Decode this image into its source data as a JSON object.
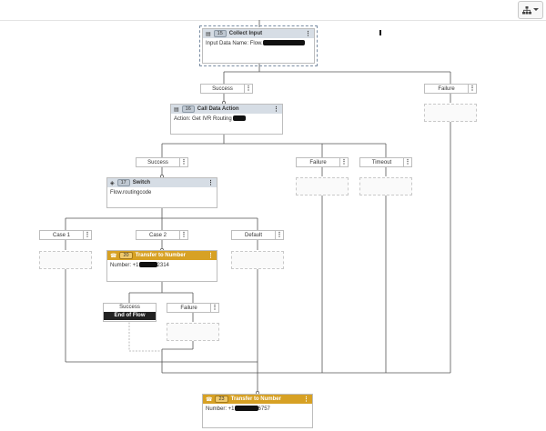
{
  "toolbar": {
    "layout_icon": "org-chart-icon"
  },
  "nodes": {
    "collect_input": {
      "id": "15",
      "title": "Collect Input",
      "body_label": "Input Data Name: Flow."
    },
    "call_data_action": {
      "id": "16",
      "title": "Call Data Action",
      "body_label": "Action: Get IVR Routing"
    },
    "switch": {
      "id": "17",
      "title": "Switch",
      "body_label": "Flow.routingcode"
    },
    "transfer_20": {
      "id": "20",
      "title": "Transfer to Number",
      "body_label": "Number: +1",
      "body_suffix": "2314"
    },
    "transfer_23": {
      "id": "23",
      "title": "Transfer to Number",
      "body_label": "Number: +1",
      "body_suffix": "6757"
    }
  },
  "outcomes": {
    "success_1": "Success",
    "failure_1": "Failure",
    "success_2": "Success",
    "failure_2": "Failure",
    "timeout_2": "Timeout",
    "case_1": "Case 1",
    "case_2": "Case 2",
    "default": "Default",
    "success_3": "Success",
    "failure_3": "Failure"
  },
  "end_of_flow": {
    "label": "Success",
    "text": "End of Flow"
  },
  "menu_glyph": "⋮",
  "colors": {
    "header_gray": "#d6dde5",
    "header_gold": "#d7a124",
    "end_black": "#222222"
  }
}
